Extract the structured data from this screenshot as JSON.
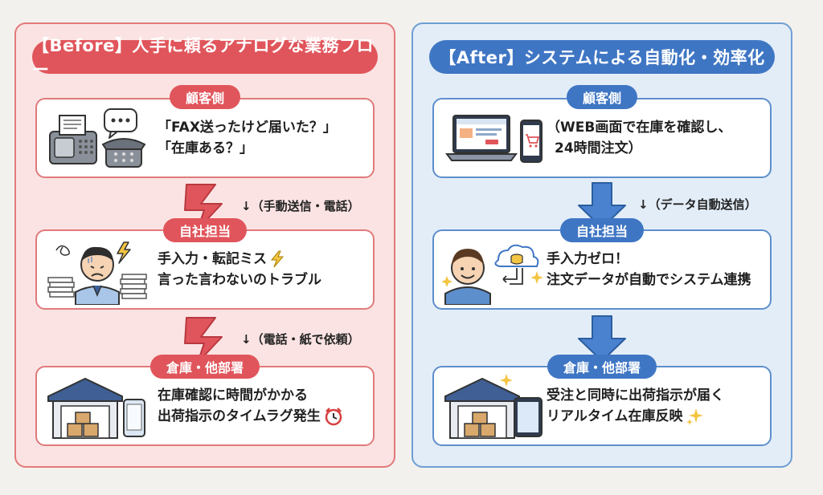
{
  "before": {
    "title": "【Before】人手に頼るアナログな業務フロー",
    "sections": [
      {
        "label": "顧客側",
        "lines": [
          "「FAX送ったけど届いた？」",
          "「在庫ある？」"
        ]
      },
      {
        "label": "自社担当",
        "lines": [
          "手入力・転記ミス",
          "言った言わないのトラブル"
        ]
      },
      {
        "label": "倉庫・他部署",
        "lines": [
          "在庫確認に時間がかかる",
          "出荷指示のタイムラグ発生"
        ]
      }
    ],
    "connectors": [
      "↓（手動送信・電話）",
      "↓（電話・紙で依頼）"
    ]
  },
  "after": {
    "title": "【After】システムによる自動化・効率化",
    "sections": [
      {
        "label": "顧客側",
        "lines": [
          "（WEB画面で在庫を確認し、",
          "24時間注文）"
        ]
      },
      {
        "label": "自社担当",
        "lines": [
          "手入力ゼロ！",
          "注文データが自動でシステム連携"
        ]
      },
      {
        "label": "倉庫・他部署",
        "lines": [
          "受注と同時に出荷指示が届く",
          "リアルタイム在庫反映"
        ]
      }
    ],
    "connectors": [
      "↓（データ自動送信）"
    ]
  },
  "colors": {
    "before_accent": "#e0555b",
    "after_accent": "#3f76c4"
  },
  "icons": {
    "before": [
      "fax-phone-icon",
      "speech-bubble-icon",
      "telephone-icon",
      "stressed-worker-icon",
      "paper-stack-icon",
      "lightning-icon",
      "warehouse-icon",
      "smartphone-icon",
      "alarm-clock-icon",
      "zigzag-arrow-icon"
    ],
    "after": [
      "laptop-shop-icon",
      "smartphone-cart-icon",
      "happy-worker-icon",
      "cloud-database-icon",
      "sparkle-icon",
      "warehouse-icon",
      "tablet-icon",
      "down-arrow-icon"
    ]
  }
}
